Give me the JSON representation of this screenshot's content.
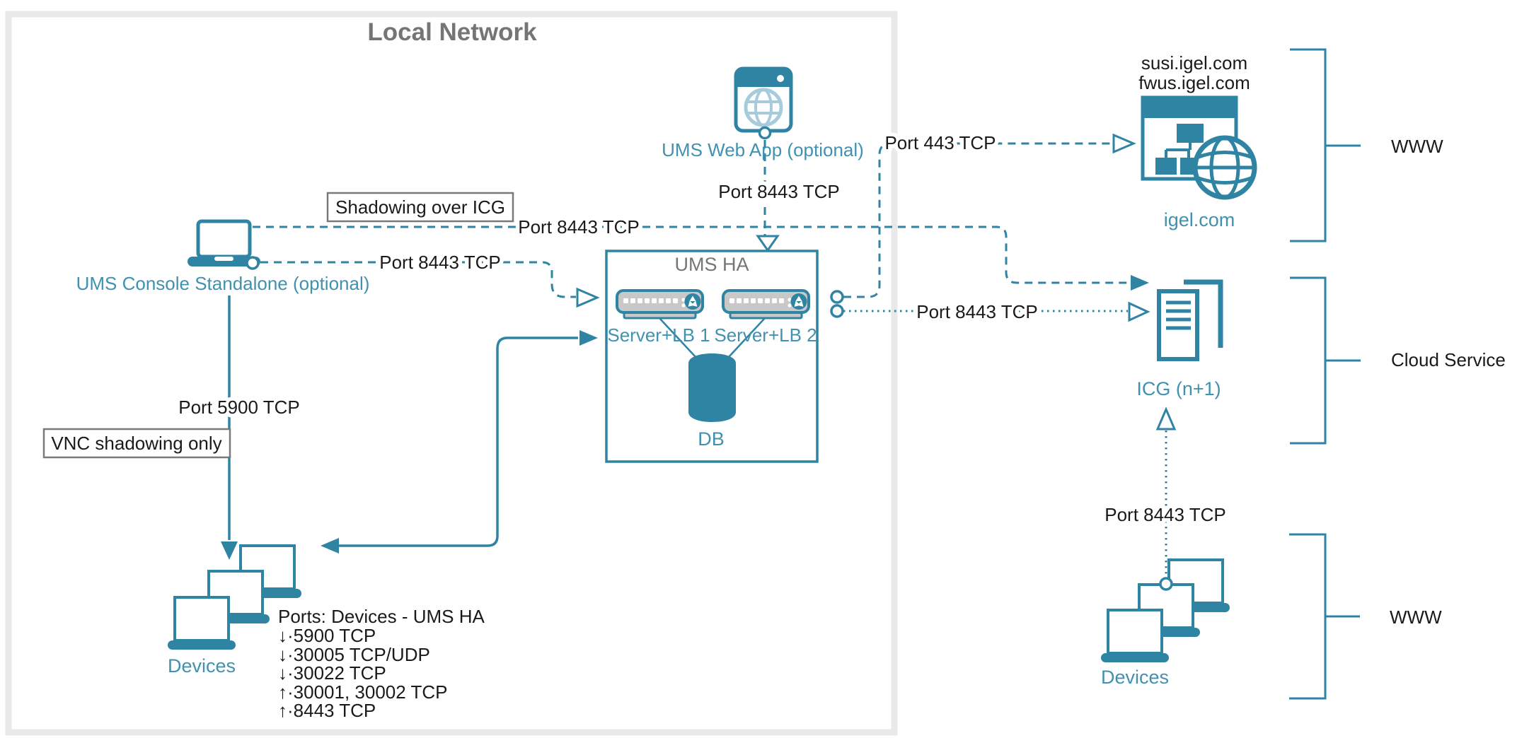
{
  "title": "Local Network",
  "nodes": {
    "ums_console": {
      "label": "UMS Console Standalone (optional)"
    },
    "ums_web_app": {
      "label": "UMS Web App (optional)"
    },
    "ums_ha": {
      "title": "UMS HA",
      "server1_label": "Server+LB 1",
      "server2_label": "Server+LB 2",
      "db_label": "DB"
    },
    "igel_site": {
      "domain1": "susi.igel.com",
      "domain2": "fwus.igel.com",
      "label": "igel.com"
    },
    "icg": {
      "label": "ICG (n+1)"
    },
    "devices_left": {
      "label": "Devices"
    },
    "devices_right": {
      "label": "Devices"
    }
  },
  "callouts": {
    "shadowing": "Shadowing over ICG",
    "vnc": "VNC shadowing only"
  },
  "port_labels": {
    "console_to_icg": "Port 8443 TCP",
    "console_to_ums": "Port 8443 TCP",
    "webapp_to_ums": "Port 8443 TCP",
    "ums_to_igel": "Port 443 TCP",
    "ums_to_icg": "Port 8443 TCP",
    "console_to_devices": "Port 5900 TCP",
    "devices_to_icg": "Port 8443 TCP"
  },
  "ports_list": {
    "title": "Ports: Devices - UMS HA",
    "items": [
      "↓·5900 TCP",
      "↓·30005 TCP/UDP",
      "↓·30022 TCP",
      "↑·30001, 30002 TCP",
      "↑·8443 TCP"
    ]
  },
  "zones": {
    "www_top": "WWW",
    "cloud": "Cloud Service",
    "www_bottom": "WWW"
  },
  "colors": {
    "teal": "#2F83A3",
    "teal_text": "#4191B0",
    "gray_text": "#757575",
    "black_text": "#1A1A1A",
    "server_fill": "#C8C8C8",
    "frame_gray": "#E9E9E9",
    "globe_light": "#A5CBDC"
  }
}
